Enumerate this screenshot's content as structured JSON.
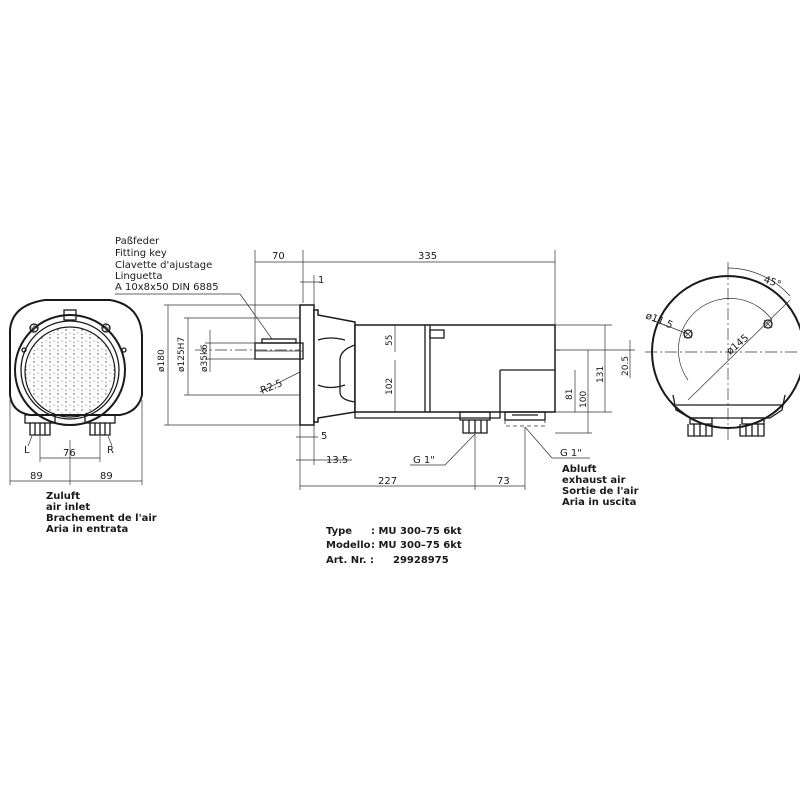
{
  "key_note": {
    "lines": [
      "Paßfeder",
      "Fitting key",
      "Clavette d'ajustage",
      "Linguetta",
      "A  10x8x50  DIN  6885"
    ]
  },
  "dimensions": {
    "d70": "70",
    "d335": "335",
    "d1": "1",
    "d180": "ø180",
    "d125": "ø125H7",
    "d35": "ø35k6",
    "d55": "55",
    "d102": "102",
    "d131": "131",
    "d81": "81",
    "d100": "100",
    "d205": "20.5",
    "d25": "R2.5",
    "d5": "5",
    "d135": "13.5",
    "d227": "227",
    "d73": "73",
    "d89a": "89",
    "d89b": "89",
    "d76": "76",
    "d45": "45°",
    "d115": "ø11.5",
    "d145": "ø145"
  },
  "ports": {
    "inlet_thread": "G  1\"",
    "outlet_thread": "G  1\"",
    "left": "L",
    "right": "R"
  },
  "inlet_note": [
    "Zuluft",
    "air inlet",
    "Brachement de l'air",
    "Aria in entrata"
  ],
  "exhaust_note": [
    "Abluft",
    "exhaust air",
    "Sortie de l'air",
    "Aria in uscita"
  ],
  "spec": {
    "type_label": "Type",
    "type_value": ":  MU  300–75  6kt",
    "modello_label": "Modello",
    "modello_value": ":  MU  300–75  6kt",
    "art_label": "Art.  Nr.  :",
    "art_value": "29928975"
  }
}
